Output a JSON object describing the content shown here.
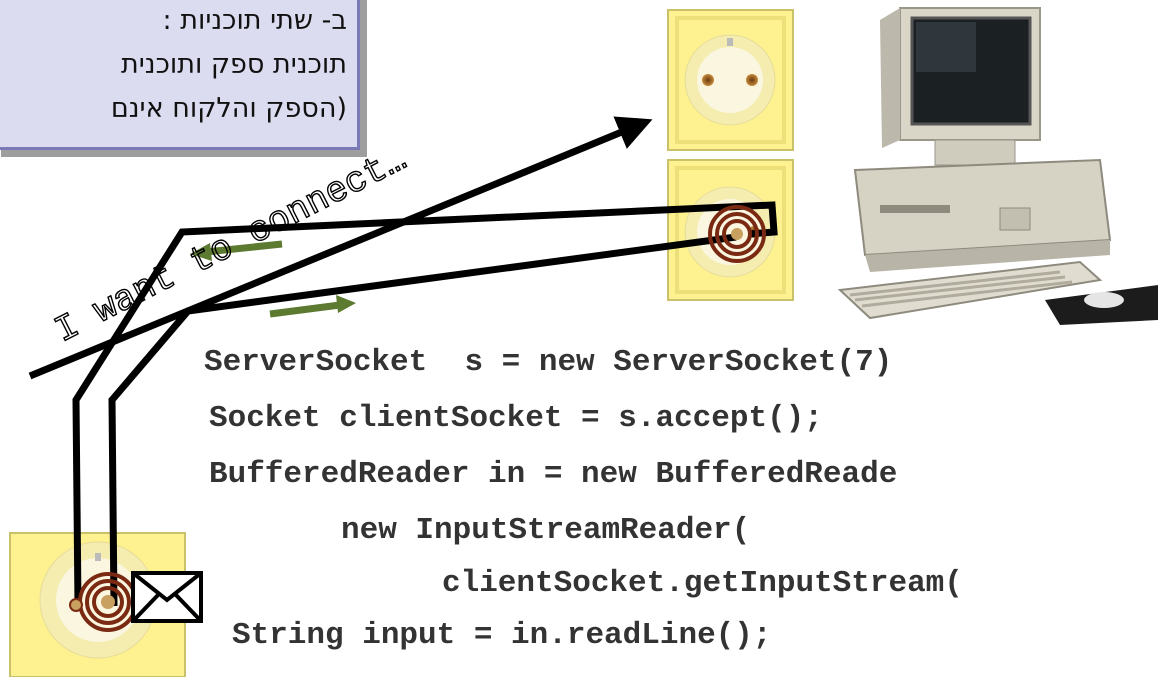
{
  "callout": {
    "lines": [
      "ב- שתי תוכניות :",
      "תוכנית ספק ותוכנית",
      "(הספק והלקוח אינם"
    ]
  },
  "client_message": "I want to connect…",
  "code_lines": [
    "ServerSocket  s = new ServerSocket(7)",
    "Socket clientSocket = s.accept();",
    "BufferedReader in = new BufferedReade",
    "new InputStreamReader(",
    "clientSocket.getInputStream(",
    "String input = in.readLine();"
  ],
  "colors": {
    "socket_plate": "#fdf28f",
    "socket_border": "#c9c26a",
    "wire": "#000000",
    "flow_arrow": "#5c7a30",
    "target_ring": "#7a2a12",
    "callout_bg": "#dcdcf0",
    "callout_border": "#7b79b6",
    "code_text": "#333333"
  },
  "icons": [
    "wall-socket-icon",
    "computer-icon",
    "envelope-icon",
    "target-rings-icon"
  ]
}
